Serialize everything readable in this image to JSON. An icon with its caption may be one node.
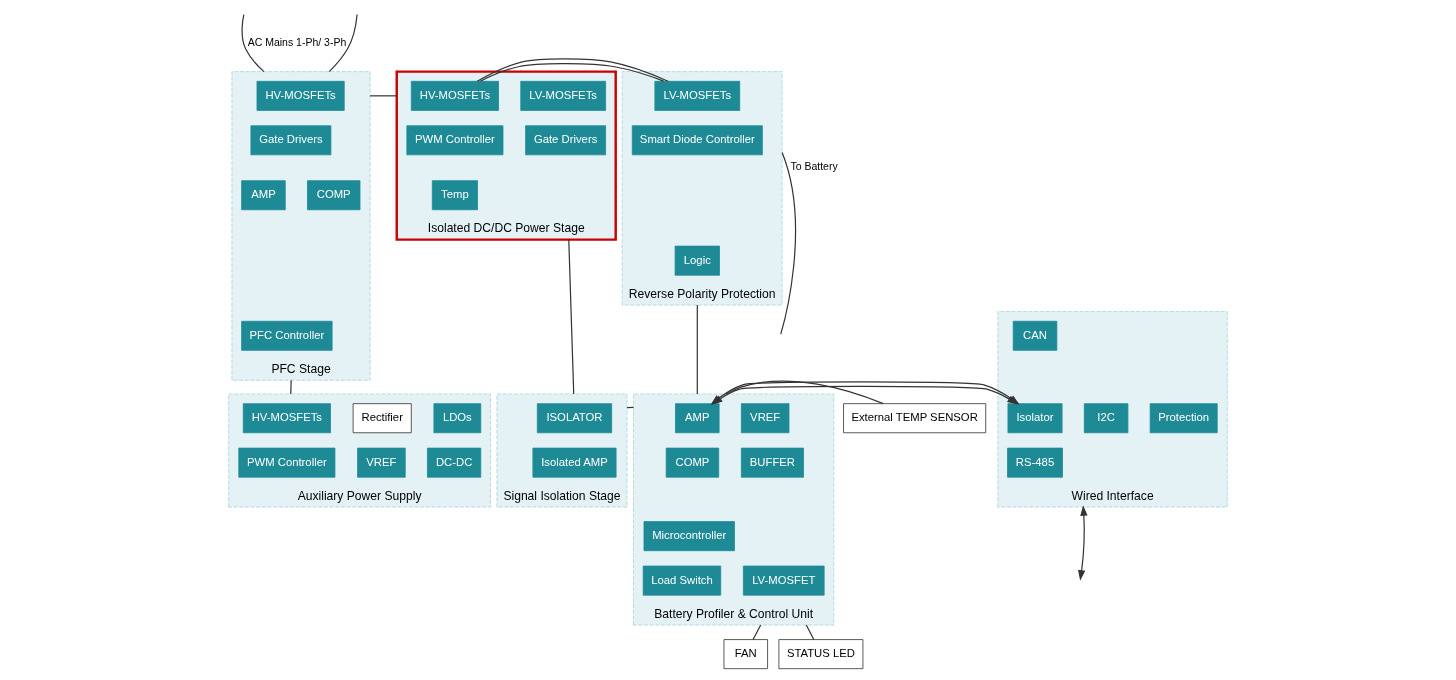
{
  "diagram": {
    "nodes": [
      {
        "text": [
          "PFC Stage"
        ]
      },
      {
        "text": [
          "HV-MOSFETs"
        ],
        "in": 0
      },
      {
        "text": [
          "Gate Drivers"
        ],
        "in": 0
      },
      {
        "text": [
          "AMP"
        ],
        "in": 0
      },
      {
        "text": [
          "COMP"
        ],
        "in": 0
      },
      {
        "text": [
          "PFC Controller"
        ],
        "in": 0
      },
      {
        "text": [
          "Isolated DC/DC Power Stage"
        ]
      },
      {
        "text": [
          "HV-MOSFETs"
        ],
        "in": 6
      },
      {
        "text": [
          "PWM Controller"
        ],
        "in": 6
      },
      {
        "text": [
          "Temp"
        ],
        "in": 6
      },
      {
        "text": [
          "LV-MOSFETs"
        ],
        "in": 6
      },
      {
        "text": [
          "Gate Drivers"
        ],
        "in": 6
      },
      {
        "text": [
          "Reverse Polarity Protection"
        ]
      },
      {
        "text": [
          "LV-MOSFETs"
        ],
        "in": 12
      },
      {
        "text": [
          "Smart Diode Controller"
        ],
        "in": 12
      },
      {
        "text": [
          "Logic"
        ],
        "in": 12
      },
      {
        "text": [
          "Auxiliary Power Supply"
        ]
      },
      {
        "text": [
          "HV-MOSFETs"
        ],
        "in": 16
      },
      {
        "text": [
          "PWM Controller"
        ],
        "in": 16
      },
      {
        "text": [
          "Rectifier"
        ],
        "in": 16
      },
      {
        "text": [
          "VREF"
        ],
        "in": 16
      },
      {
        "text": [
          "LDOs"
        ],
        "in": 16
      },
      {
        "text": [
          "DC-DC"
        ],
        "in": 16
      },
      {
        "text": [
          "Signal Isolation Stage"
        ]
      },
      {
        "text": [
          "ISOLATOR"
        ],
        "in": 23
      },
      {
        "text": [
          "Isolated AMP"
        ],
        "in": 23
      },
      {
        "text": [
          "Battery Profiler & Control Unit"
        ]
      },
      {
        "text": [
          "AMP"
        ],
        "in": 26
      },
      {
        "text": [
          "VREF"
        ],
        "in": 26
      },
      {
        "text": [
          "COMP"
        ],
        "in": 26
      },
      {
        "text": [
          "BUFFER"
        ],
        "in": 26
      },
      {
        "text": [
          "Microcontroller"
        ],
        "in": 26
      },
      {
        "text": [
          "Load Switch"
        ],
        "in": 26
      },
      {
        "text": [
          "LV-MOSFET"
        ],
        "in": 26
      },
      {
        "text": [
          "External TEMP SENSOR"
        ]
      },
      {
        "text": [
          "Wired Interface"
        ]
      },
      {
        "text": [
          "Isolator"
        ],
        "in": 35
      },
      {
        "text": [
          "CAN"
        ],
        "in": 35
      },
      {
        "text": [
          "I2C"
        ],
        "in": 35
      },
      {
        "text": [
          "RS-485"
        ],
        "in": 35
      },
      {
        "text": [
          "Protection"
        ],
        "in": 35
      },
      {
        "text": [
          "FAN"
        ]
      },
      {
        "text": [
          "STATUS LED"
        ]
      }
    ],
    "edges": [
      {
        "from": null,
        "to": 0,
        "arrow": "none",
        "label": "AC Mains 1-Ph/ 3-Ph"
      },
      {
        "from": null,
        "to": 0,
        "arrow": "none"
      },
      {
        "from": 0,
        "to": 6,
        "arrow": "none"
      },
      {
        "from": 0,
        "to": 16,
        "arrow": "none"
      },
      {
        "from": 6,
        "to": 12,
        "arrow": "none"
      },
      {
        "from": 12,
        "to": null,
        "arrow": "none",
        "label": "To Battery"
      },
      {
        "from": 6,
        "to": 23,
        "arrow": "none"
      },
      {
        "from": 23,
        "to": 26,
        "arrow": "none"
      },
      {
        "from": 12,
        "to": 26,
        "arrow": "none"
      },
      {
        "from": 34,
        "to": 26,
        "arrow": "none"
      },
      {
        "from": 26,
        "to": 35,
        "arrow": "both"
      },
      {
        "from": 35,
        "to": null,
        "arrow": "both"
      },
      {
        "from": 26,
        "to": 41,
        "arrow": "none"
      },
      {
        "from": 26,
        "to": 42,
        "arrow": "none"
      }
    ]
  }
}
